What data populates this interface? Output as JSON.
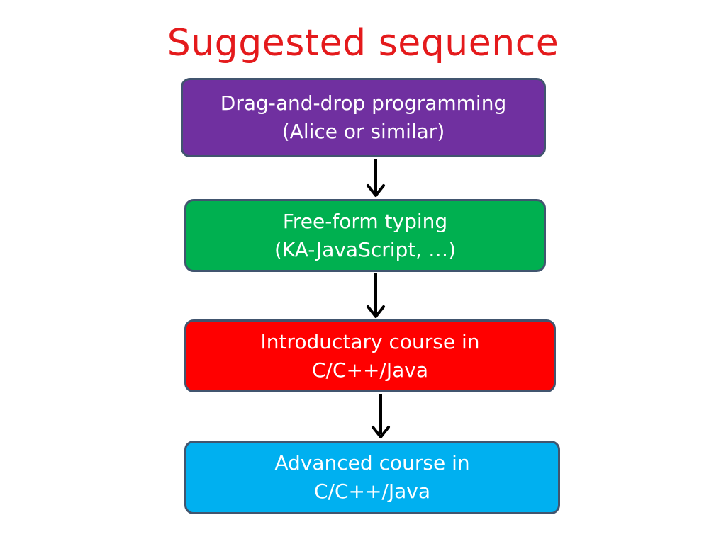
{
  "slide": {
    "title": "Suggested sequence"
  },
  "colors": {
    "title": "#e41a1c",
    "box_border": "#41556f",
    "arrow": "#000000"
  },
  "steps": [
    {
      "line1": "Drag-and-drop programming",
      "line2": "(Alice or similar)",
      "fill": "#7030a0",
      "text_color": "#ffffff"
    },
    {
      "line1": "Free-form typing",
      "line2": "(KA-JavaScript, …)",
      "fill": "#00b050",
      "text_color": "#ffffff"
    },
    {
      "line1": "Introductary course in",
      "line2": "C/C++/Java",
      "fill": "#ff0000",
      "text_color": "#ffffff"
    },
    {
      "line1": "Advanced course in",
      "line2": "C/C++/Java",
      "fill": "#00b0f0",
      "text_color": "#ffffff"
    }
  ]
}
